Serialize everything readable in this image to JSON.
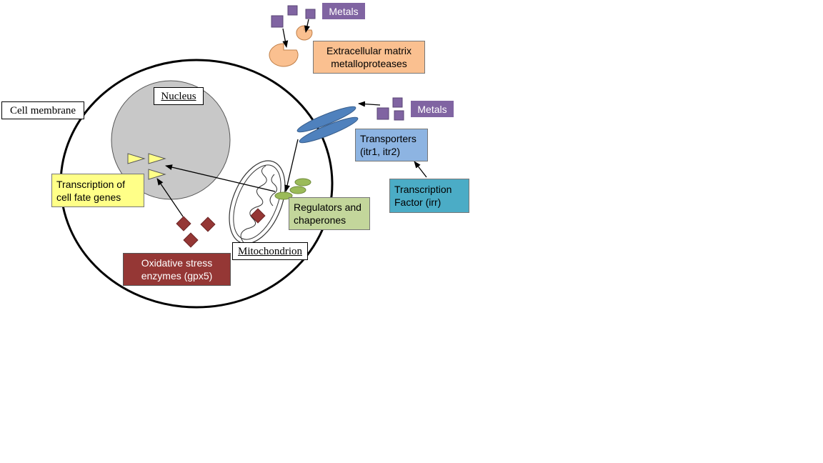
{
  "labels": {
    "metals_top": "Metals",
    "ecm_metalloproteases": "Extracellular matrix\nmetalloproteases",
    "metals_right": "Metals",
    "transporters": "Transporters\n(itr1, itr2)",
    "transcription_factor": "Transcription\nFactor (irr)",
    "regulators": "Regulators and\nchaperones",
    "cell_membrane": "Cell membrane",
    "nucleus": "Nucleus",
    "cell_fate": "Transcription of\ncell fate genes",
    "oxidative": "Oxidative stress\nenzymes (gpx5)",
    "mitochondrion": "Mitochondrion"
  },
  "colors": {
    "metal": "#8064a2",
    "metal_border": "#5a4674",
    "protease": "#fac090",
    "transporter": "#4f81bd",
    "transporter_box": "#8db4e2",
    "tf_box": "#4bacc6",
    "regulator_box": "#c3d69b",
    "cell_fate_box": "#ffff88",
    "oxidative_box": "#953735",
    "nucleus_fill": "#c8c8c8",
    "gene_triangle": "#ffff88"
  }
}
